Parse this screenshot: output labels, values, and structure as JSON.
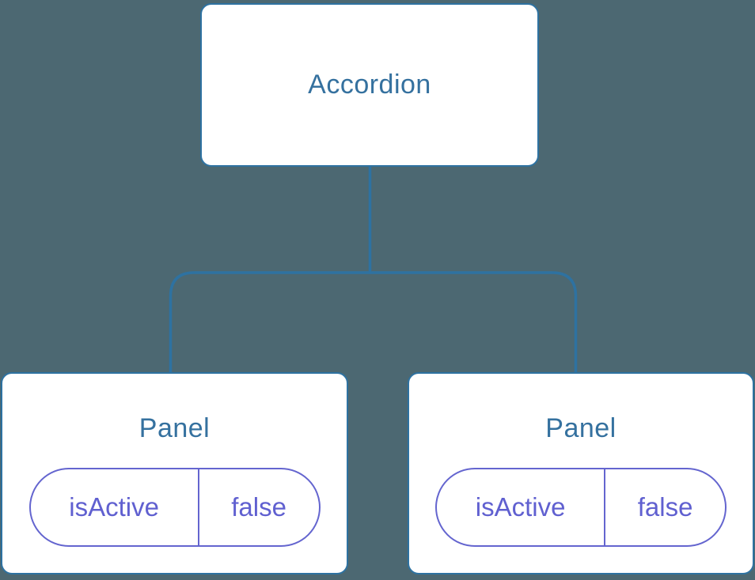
{
  "tree": {
    "root": {
      "label": "Accordion"
    },
    "children": [
      {
        "label": "Panel",
        "state": {
          "name": "isActive",
          "value": "false"
        }
      },
      {
        "label": "Panel",
        "state": {
          "name": "isActive",
          "value": "false"
        }
      }
    ]
  },
  "colors": {
    "background": "#4c6872",
    "node_border": "#2e72a1",
    "node_fill": "#ffffff",
    "connector": "#2e72a1",
    "heading_text": "#35719f",
    "state_text": "#6060d0",
    "state_border": "#6465cf"
  }
}
